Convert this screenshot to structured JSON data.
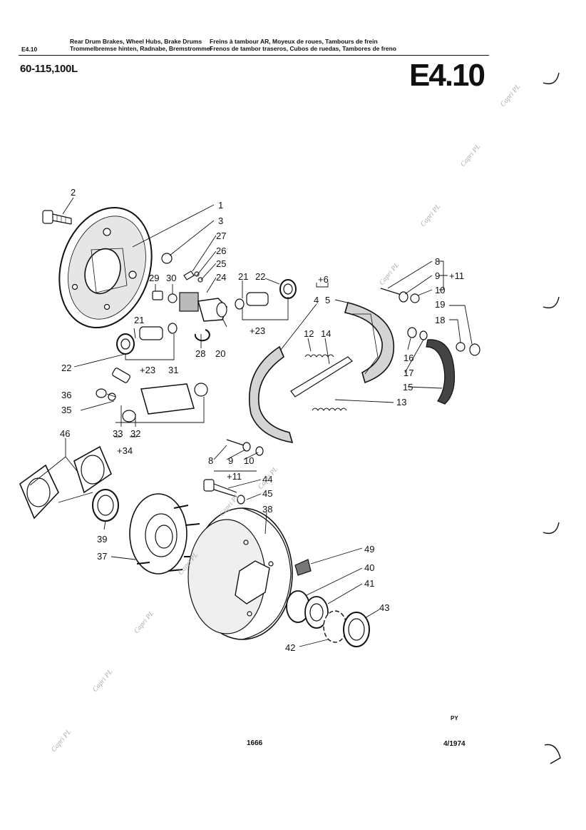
{
  "header": {
    "page_ref": "E4.10",
    "title_en_de": [
      "Rear Drum Brakes, Wheel Hubs, Brake Drums",
      "Trommelbremse hinten, Radnabe, Bremstrommel"
    ],
    "title_fr_es": [
      "Freins à tambour AR, Moyeux de roues, Tambours de frein",
      "Frenos de tambor traseros, Cubos de ruedas, Tambores de freno"
    ],
    "model": "60-115,100L",
    "code": "E4.10"
  },
  "footer": {
    "page_number": "1666",
    "mark": "PY",
    "date": "4/1974"
  },
  "watermark": "Capri PL",
  "callouts": [
    "1",
    "2",
    "3",
    "27",
    "26",
    "25",
    "24",
    "29",
    "30",
    "21",
    "22",
    "+6",
    "4",
    "5",
    "8",
    "9",
    "+11",
    "10",
    "19",
    "18",
    "16",
    "17",
    "15",
    "12",
    "14",
    "13",
    "20",
    "28",
    "+23",
    "31",
    "36",
    "35",
    "33",
    "32",
    "+34",
    "46",
    "44",
    "45",
    "38",
    "39",
    "37",
    "49",
    "40",
    "41",
    "43",
    "42"
  ]
}
